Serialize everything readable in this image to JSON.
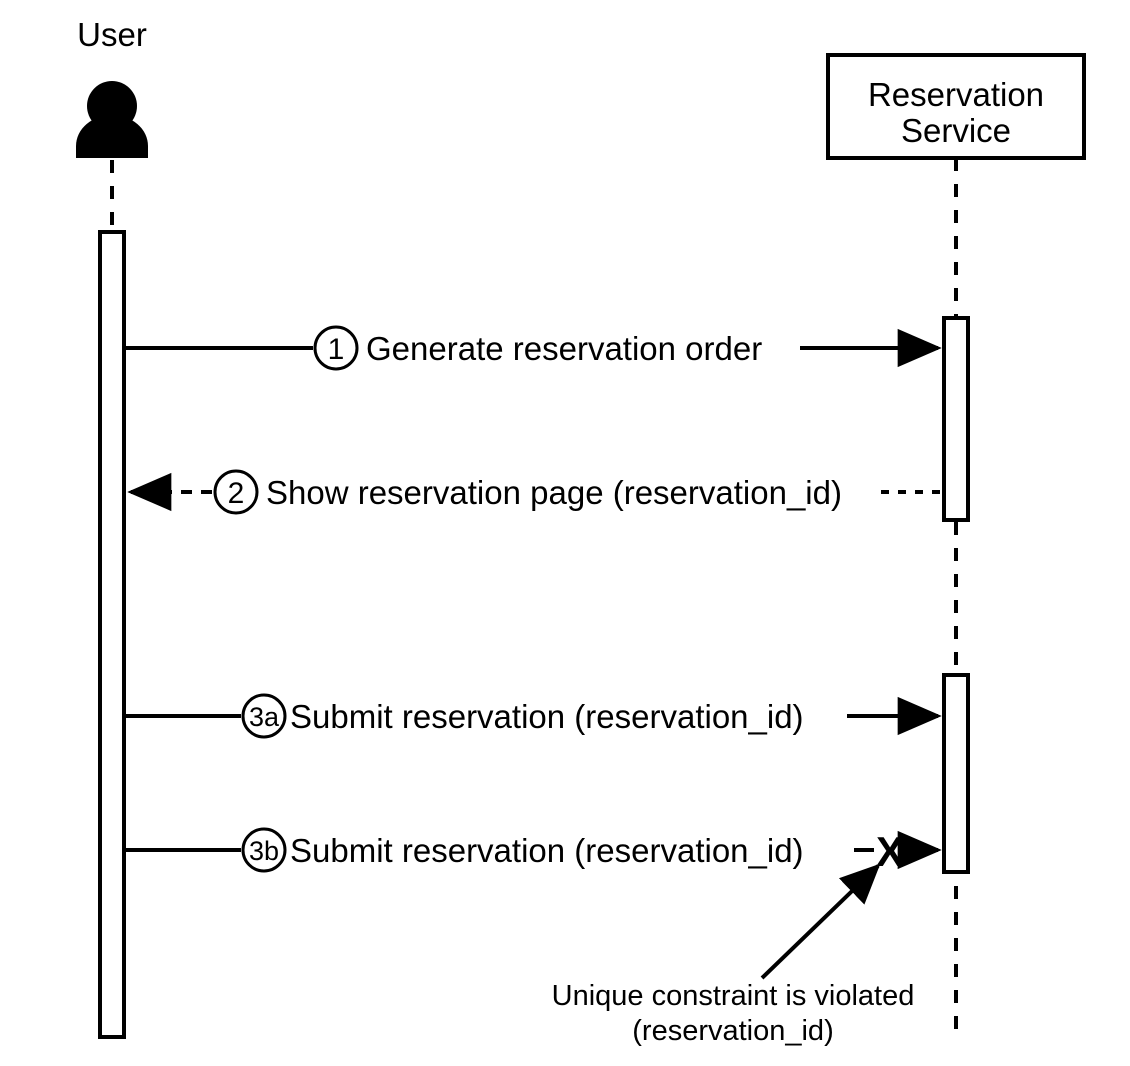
{
  "diagram": {
    "type": "sequence-diagram",
    "title": "",
    "colors": {
      "stroke": "#000000",
      "background": "#ffffff",
      "error": "#EE4B2B"
    },
    "participants": [
      {
        "id": "user",
        "label": "User",
        "kind": "actor",
        "icon": "person-icon"
      },
      {
        "id": "reservation-service",
        "label_line1": "Reservation",
        "label_line2": "Service",
        "label": "Reservation Service",
        "kind": "box"
      }
    ],
    "messages": [
      {
        "number": "1",
        "text": "Generate reservation order",
        "from": "user",
        "to": "reservation-service",
        "style": "solid",
        "direction": "right",
        "error": false
      },
      {
        "number": "2",
        "text": "Show reservation page (reservation_id)",
        "from": "reservation-service",
        "to": "user",
        "style": "dashed",
        "direction": "left",
        "error": false
      },
      {
        "number": "3a",
        "text": "Submit reservation (reservation_id)",
        "from": "user",
        "to": "reservation-service",
        "style": "solid",
        "direction": "right",
        "error": false
      },
      {
        "number": "3b",
        "text": "Submit reservation (reservation_id)",
        "from": "user",
        "to": "reservation-service",
        "style": "solid",
        "direction": "right",
        "error": true,
        "error_marker": "X"
      }
    ],
    "annotation": {
      "line1": "Unique constraint is violated",
      "line2": "(reservation_id)",
      "points_to": "error-x-marker"
    }
  }
}
